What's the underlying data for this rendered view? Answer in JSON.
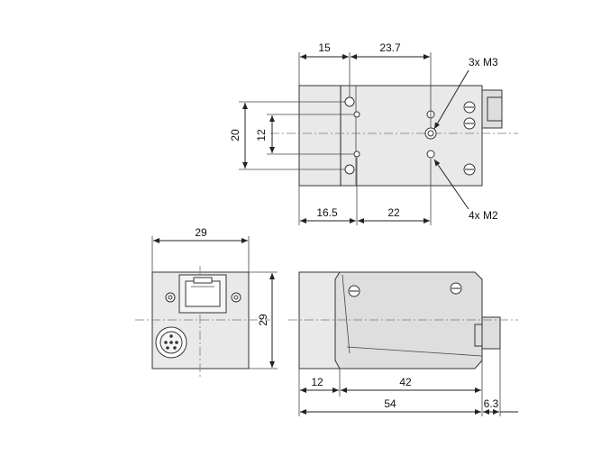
{
  "dimensions": {
    "top_width_left": "15",
    "top_width_right": "23.7",
    "top_height_outer": "20",
    "top_height_inner": "12",
    "top_bottom_left": "16.5",
    "top_bottom_right": "22",
    "front_width": "29",
    "front_height": "29",
    "side_front": "12",
    "side_body": "42",
    "side_total": "54",
    "side_connector": "6.3"
  },
  "callouts": {
    "m3": "3x M3",
    "m2": "4x M2"
  }
}
